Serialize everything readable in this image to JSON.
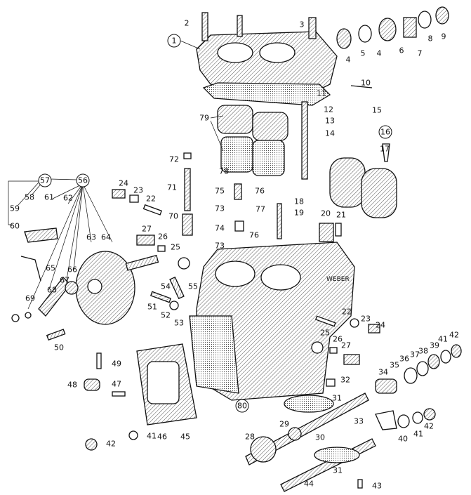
{
  "body_marking": "WEBER",
  "labels": [
    {
      "text": "1",
      "circled": true
    },
    {
      "text": "2"
    },
    {
      "text": "3"
    },
    {
      "text": "4"
    },
    {
      "text": "5"
    },
    {
      "text": "4"
    },
    {
      "text": "6"
    },
    {
      "text": "7"
    },
    {
      "text": "8"
    },
    {
      "text": "9"
    },
    {
      "text": "10"
    },
    {
      "text": "11"
    },
    {
      "text": "12"
    },
    {
      "text": "13"
    },
    {
      "text": "14"
    },
    {
      "text": "15"
    },
    {
      "text": "16",
      "circled": true
    },
    {
      "text": "17"
    },
    {
      "text": "79"
    },
    {
      "text": "78"
    },
    {
      "text": "72"
    },
    {
      "text": "71"
    },
    {
      "text": "70"
    },
    {
      "text": "75"
    },
    {
      "text": "76"
    },
    {
      "text": "73"
    },
    {
      "text": "74"
    },
    {
      "text": "76"
    },
    {
      "text": "73"
    },
    {
      "text": "77"
    },
    {
      "text": "18"
    },
    {
      "text": "19"
    },
    {
      "text": "20"
    },
    {
      "text": "21"
    },
    {
      "text": "57",
      "circled": true
    },
    {
      "text": "56",
      "circled": true
    },
    {
      "text": "58"
    },
    {
      "text": "61"
    },
    {
      "text": "62"
    },
    {
      "text": "59"
    },
    {
      "text": "60"
    },
    {
      "text": "24"
    },
    {
      "text": "23"
    },
    {
      "text": "22"
    },
    {
      "text": "27"
    },
    {
      "text": "26"
    },
    {
      "text": "25"
    },
    {
      "text": "63"
    },
    {
      "text": "64"
    },
    {
      "text": "65"
    },
    {
      "text": "66"
    },
    {
      "text": "67"
    },
    {
      "text": "68"
    },
    {
      "text": "69"
    },
    {
      "text": "54"
    },
    {
      "text": "55"
    },
    {
      "text": "51"
    },
    {
      "text": "52"
    },
    {
      "text": "53"
    },
    {
      "text": "50"
    },
    {
      "text": "22"
    },
    {
      "text": "23"
    },
    {
      "text": "24"
    },
    {
      "text": "25"
    },
    {
      "text": "26"
    },
    {
      "text": "27"
    },
    {
      "text": "32"
    },
    {
      "text": "42"
    },
    {
      "text": "41"
    },
    {
      "text": "39"
    },
    {
      "text": "38"
    },
    {
      "text": "37"
    },
    {
      "text": "36"
    },
    {
      "text": "35"
    },
    {
      "text": "34"
    },
    {
      "text": "31"
    },
    {
      "text": "33"
    },
    {
      "text": "42"
    },
    {
      "text": "41"
    },
    {
      "text": "40"
    },
    {
      "text": "30"
    },
    {
      "text": "29"
    },
    {
      "text": "28"
    },
    {
      "text": "44"
    },
    {
      "text": "31"
    },
    {
      "text": "43"
    },
    {
      "text": "49"
    },
    {
      "text": "48"
    },
    {
      "text": "47"
    },
    {
      "text": "42"
    },
    {
      "text": "41"
    },
    {
      "text": "46"
    },
    {
      "text": "45"
    },
    {
      "text": "80",
      "circled": true
    }
  ]
}
